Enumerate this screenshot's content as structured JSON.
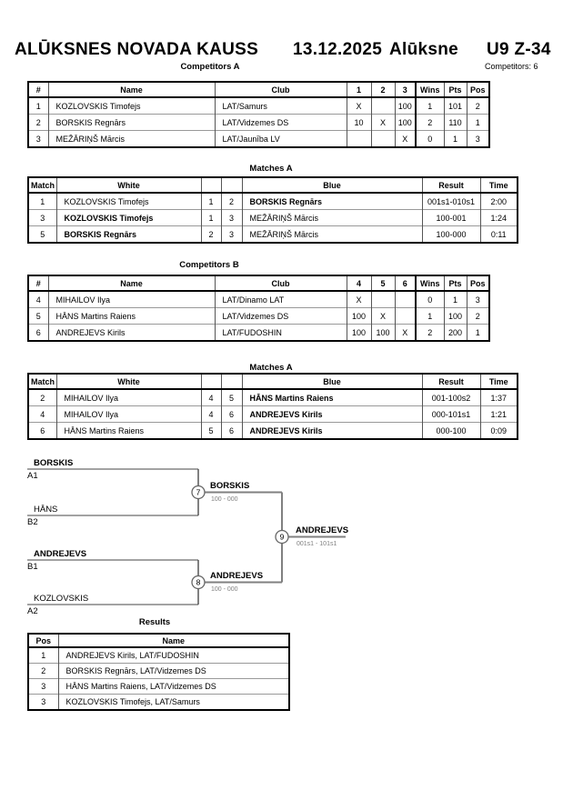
{
  "page": {
    "title_event": "ALŪKSNES NOVADA KAUSS",
    "title_date": "13.12.2025",
    "title_place": "Alūksne",
    "title_category": "U9 Z-34",
    "competitors_total": "Competitors: 6"
  },
  "competitors_a": {
    "label": "Competitors A",
    "headers": {
      "num": "#",
      "name": "Name",
      "club": "Club",
      "c1": "1",
      "c2": "2",
      "c3": "3",
      "wins": "Wins",
      "pts": "Pts",
      "pos": "Pos"
    },
    "rows": [
      {
        "num": "1",
        "name": "KOZLOVSKIS Timofejs",
        "club": "LAT/Samurs",
        "c1": "X",
        "c2": "",
        "c3": "100",
        "wins": "1",
        "pts": "101",
        "pos": "2"
      },
      {
        "num": "2",
        "name": "BORSKIS Regnārs",
        "club": "LAT/Vidzemes DS",
        "c1": "10",
        "c2": "X",
        "c3": "100",
        "wins": "2",
        "pts": "110",
        "pos": "1"
      },
      {
        "num": "3",
        "name": "MEŽĀRIŅŠ Mārcis",
        "club": "LAT/Jaunība LV",
        "c1": "",
        "c2": "",
        "c3": "X",
        "wins": "0",
        "pts": "1",
        "pos": "3"
      }
    ]
  },
  "matches_a": {
    "label": "Matches A",
    "headers": {
      "match": "Match",
      "white": "White",
      "blue": "Blue",
      "result": "Result",
      "time": "Time"
    },
    "rows": [
      {
        "match": "1",
        "white": "KOZLOVSKIS Timofejs",
        "wnum": "1",
        "bnum": "2",
        "blue": "BORSKIS Regnārs",
        "result": "001s1-010s1",
        "time": "2:00"
      },
      {
        "match": "3",
        "white": "KOZLOVSKIS Timofejs",
        "wnum": "1",
        "bnum": "3",
        "blue": "MEŽĀRIŅŠ Mārcis",
        "result": "100-001",
        "time": "1:24"
      },
      {
        "match": "5",
        "white": "BORSKIS Regnārs",
        "wnum": "2",
        "bnum": "3",
        "blue": "MEŽĀRIŅŠ Mārcis",
        "result": "100-000",
        "time": "0:11"
      }
    ]
  },
  "competitors_b": {
    "label": "Competitors B",
    "headers": {
      "num": "#",
      "name": "Name",
      "club": "Club",
      "c1": "4",
      "c2": "5",
      "c3": "6",
      "wins": "Wins",
      "pts": "Pts",
      "pos": "Pos"
    },
    "rows": [
      {
        "num": "4",
        "name": "MIHAILOV Ilya",
        "club": "LAT/Dinamo LAT",
        "c1": "X",
        "c2": "",
        "c3": "",
        "wins": "0",
        "pts": "1",
        "pos": "3"
      },
      {
        "num": "5",
        "name": "HĀNS Martins Raiens",
        "club": "LAT/Vidzemes DS",
        "c1": "100",
        "c2": "X",
        "c3": "",
        "wins": "1",
        "pts": "100",
        "pos": "2"
      },
      {
        "num": "6",
        "name": "ANDREJEVS Kirils",
        "club": "LAT/FUDOSHIN",
        "c1": "100",
        "c2": "100",
        "c3": "X",
        "wins": "2",
        "pts": "200",
        "pos": "1"
      }
    ]
  },
  "matches_b": {
    "label": "Matches A",
    "headers": {
      "match": "Match",
      "white": "White",
      "blue": "Blue",
      "result": "Result",
      "time": "Time"
    },
    "rows": [
      {
        "match": "2",
        "white": "MIHAILOV Ilya",
        "wnum": "4",
        "bnum": "5",
        "blue": "HĀNS Martins Raiens",
        "result": "001-100s2",
        "time": "1:37"
      },
      {
        "match": "4",
        "white": "MIHAILOV Ilya",
        "wnum": "4",
        "bnum": "6",
        "blue": "ANDREJEVS Kirils",
        "result": "000-101s1",
        "time": "1:21"
      },
      {
        "match": "6",
        "white": "HĀNS Martins Raiens",
        "wnum": "5",
        "bnum": "6",
        "blue": "ANDREJEVS Kirils",
        "result": "000-100",
        "time": "0:09"
      }
    ]
  },
  "bracket": {
    "seeds": [
      {
        "name": "BORSKIS",
        "code": "A1"
      },
      {
        "name": "HĀNS",
        "code": "B2"
      },
      {
        "name": "ANDREJEVS",
        "code": "B1"
      },
      {
        "name": "KOZLOVSKIS",
        "code": "A2"
      }
    ],
    "matches": [
      {
        "number": "7",
        "winner": "BORSKIS",
        "score": "100 - 000"
      },
      {
        "number": "8",
        "winner": "ANDREJEVS",
        "score": "100 - 000"
      },
      {
        "number": "9",
        "winner": "ANDREJEVS",
        "score": "001s1 - 101s1"
      }
    ]
  },
  "results": {
    "label": "Results",
    "headers": {
      "pos": "Pos",
      "name": "Name"
    },
    "rows": [
      {
        "pos": "1",
        "name": "ANDREJEVS Kirils, LAT/FUDOSHIN"
      },
      {
        "pos": "2",
        "name": "BORSKIS Regnārs, LAT/Vidzemes DS"
      },
      {
        "pos": "3",
        "name": "HĀNS Martins Raiens, LAT/Vidzemes DS"
      },
      {
        "pos": "3",
        "name": "KOZLOVSKIS Timofejs, LAT/Samurs"
      }
    ]
  },
  "colors": {
    "connector_gray": "#808080",
    "score_gray": "#808080",
    "border_black": "#000000",
    "inner_line_gray": "#999999"
  }
}
